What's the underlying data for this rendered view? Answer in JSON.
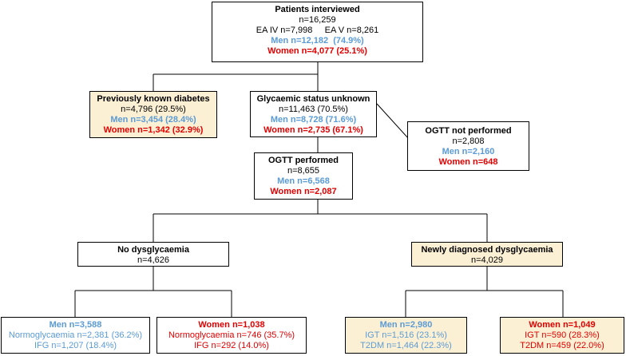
{
  "colors": {
    "men": "#5b9bd5",
    "women": "#e00000",
    "highlight_fill": "#fcf0d4",
    "line": "#000000"
  },
  "boxes": {
    "patients": {
      "title": "Patients interviewed",
      "total": "n=16,259",
      "ea_iv": "EA IV n=7,998",
      "ea_v": "EA V n=8,261",
      "men": "Men n=12,182  (74.9%)",
      "women": "Women n=4,077 (25.1%)"
    },
    "known": {
      "title": "Previously known diabetes",
      "total": "n=4,796 (29.5%)",
      "men": "Men n=3,454 (28.4%)",
      "women": "Women n=1,342 (32.9%)"
    },
    "unknown": {
      "title": "Glycaemic status unknown",
      "total": "n=11,463 (70.5%)",
      "men": "Men n=8,728 (71.6%)",
      "women": "Women n=2,735 (67.1%)"
    },
    "ogtt_not": {
      "title": "OGTT not performed",
      "total": "n=2,808",
      "men": "Men n=2,160",
      "women": "Women n=648"
    },
    "ogtt": {
      "title": "OGTT performed",
      "total": "n=8,655",
      "men": "Men n=6,568",
      "women": "Women n=2,087"
    },
    "no_dys": {
      "title": "No dysglycaemia",
      "total": "n=4,626"
    },
    "new_dys": {
      "title": "Newly diagnosed dysglycaemia",
      "total": "n=4,029"
    },
    "men_no": {
      "title": "Men n=3,588",
      "line1": "Normoglycaemia n=2,381 (36.2%)",
      "line2": "IFG n=1,207 (18.4%)"
    },
    "women_no": {
      "title": "Women n=1,038",
      "line1": "Normoglycaemia n=746 (35.7%)",
      "line2": "IFG n=292 (14.0%)"
    },
    "men_new": {
      "title": "Men n=2,980",
      "line1": "IGT n=1,516 (23.1%)",
      "line2": "T2DM n=1,464 (22.3%)"
    },
    "women_new": {
      "title": "Women n=1,049",
      "line1": "IGT n=590 (28.3%)",
      "line2": "T2DM n=459 (22.0%)"
    }
  }
}
